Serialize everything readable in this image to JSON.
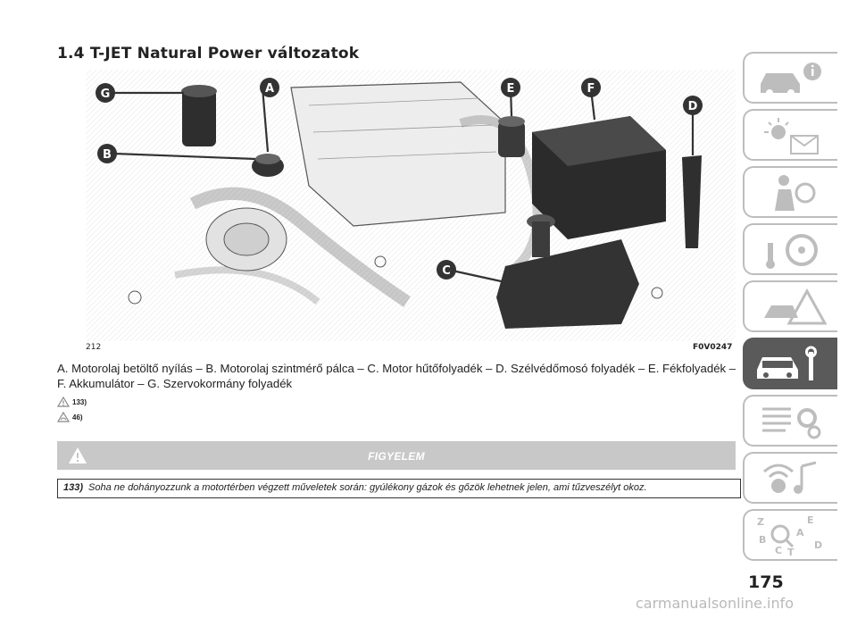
{
  "title": "1.4 T-JET Natural Power változatok",
  "figure": {
    "number": "212",
    "code": "F0V0247",
    "callouts": [
      "A",
      "B",
      "C",
      "D",
      "E",
      "F",
      "G"
    ]
  },
  "caption": "A. Motorolaj betöltő nyílás – B. Motorolaj szintmérő pálca – C. Motor hűtőfolyadék – D. Szélvédőmosó folyadék – E. Fékfolyadék – F. Akkumulátor – G. Szervokormány folyadék",
  "refs": [
    "133)",
    "46)"
  ],
  "warning": {
    "heading": "FIGYELEM",
    "number": "133)",
    "text": "Soha ne dohányozzunk a motortérben végzett műveletek során: gyúlékony gázok és gőzök lehetnek jelen, ami tűzveszélyt okoz."
  },
  "page_number": "175",
  "watermark": "carmanualsonline.info",
  "sidebar_tabs": [
    {
      "icon": "car-info-icon",
      "active": false
    },
    {
      "icon": "warning-lights-icon",
      "active": false
    },
    {
      "icon": "airbag-seatbelt-icon",
      "active": false
    },
    {
      "icon": "key-steering-icon",
      "active": false
    },
    {
      "icon": "emergency-icon",
      "active": false
    },
    {
      "icon": "car-service-icon",
      "active": true
    },
    {
      "icon": "technical-data-icon",
      "active": false
    },
    {
      "icon": "multimedia-icon",
      "active": false
    },
    {
      "icon": "index-icon",
      "active": false
    }
  ],
  "colors": {
    "accent_dark": "#5a5a5a",
    "tab_border": "#bdbdbd",
    "warning_bar": "#c8c8c8",
    "callout": "#333333"
  }
}
